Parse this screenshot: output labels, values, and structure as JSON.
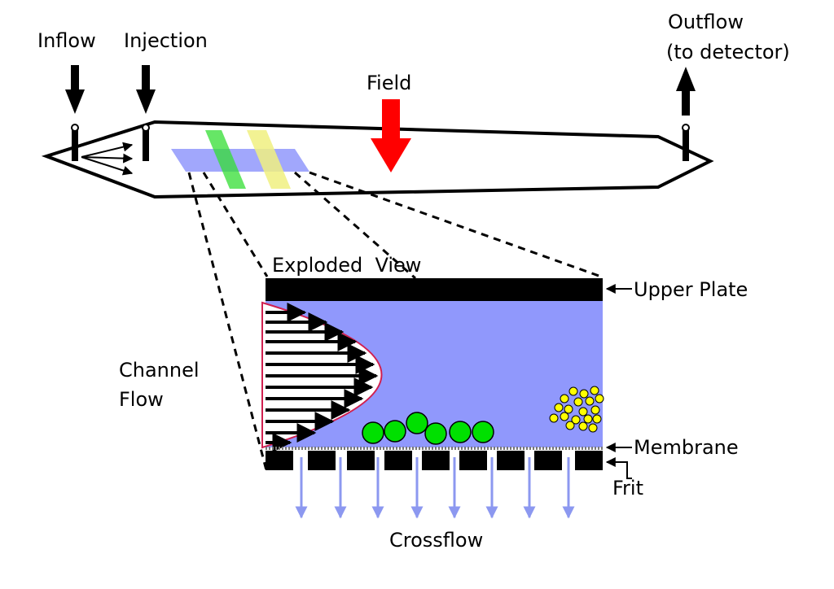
{
  "labels": {
    "inflow": "Inflow",
    "injection": "Injection",
    "outflow_line1": "Outflow",
    "outflow_line2": "(to detector)",
    "field": "Field",
    "exploded_view": "Exploded  View",
    "upper_plate": "Upper Plate",
    "channel_line1": "Channel",
    "channel_line2": "Flow",
    "membrane": "Membrane",
    "frit": "Frit",
    "crossflow": "Crossflow"
  },
  "colors": {
    "channel_fluid": "#9098fc",
    "field_arrow": "#ff0000",
    "large_particles": "#00e000",
    "small_particles": "#ffff00",
    "green_band": "#33dd33",
    "yellow_band": "#f0f080",
    "parabola_edge": "#d02050",
    "crossflow_arrows": "#8c98f0"
  }
}
